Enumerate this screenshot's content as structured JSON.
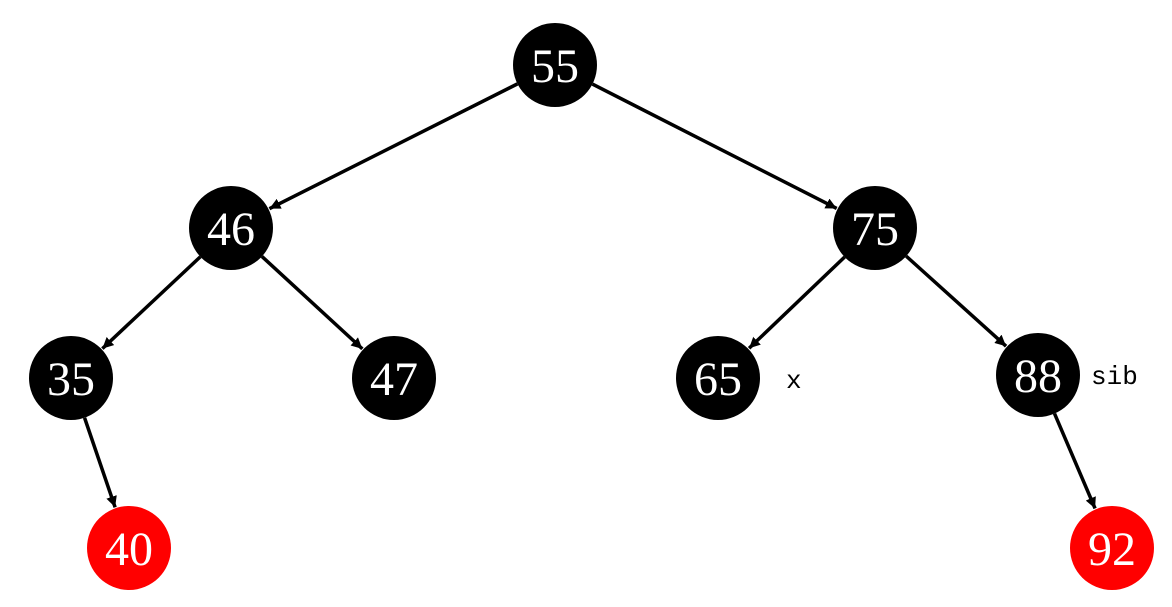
{
  "colors": {
    "black": "#000000",
    "red": "#ff0000",
    "text": "#ffffff",
    "edge": "#000000"
  },
  "nodes": [
    {
      "id": "n55",
      "label": "55",
      "color": "black"
    },
    {
      "id": "n46",
      "label": "46",
      "color": "black"
    },
    {
      "id": "n75",
      "label": "75",
      "color": "black"
    },
    {
      "id": "n35",
      "label": "35",
      "color": "black"
    },
    {
      "id": "n47",
      "label": "47",
      "color": "black"
    },
    {
      "id": "n65",
      "label": "65",
      "color": "black"
    },
    {
      "id": "n88",
      "label": "88",
      "color": "black"
    },
    {
      "id": "n40",
      "label": "40",
      "color": "red"
    },
    {
      "id": "n92",
      "label": "92",
      "color": "red"
    }
  ],
  "edges": [
    {
      "from": "n55",
      "to": "n46"
    },
    {
      "from": "n55",
      "to": "n75"
    },
    {
      "from": "n46",
      "to": "n35"
    },
    {
      "from": "n46",
      "to": "n47"
    },
    {
      "from": "n75",
      "to": "n65"
    },
    {
      "from": "n75",
      "to": "n88"
    },
    {
      "from": "n35",
      "to": "n40"
    },
    {
      "from": "n88",
      "to": "n92"
    }
  ],
  "annotations": {
    "x": "x",
    "sib": "sib"
  }
}
